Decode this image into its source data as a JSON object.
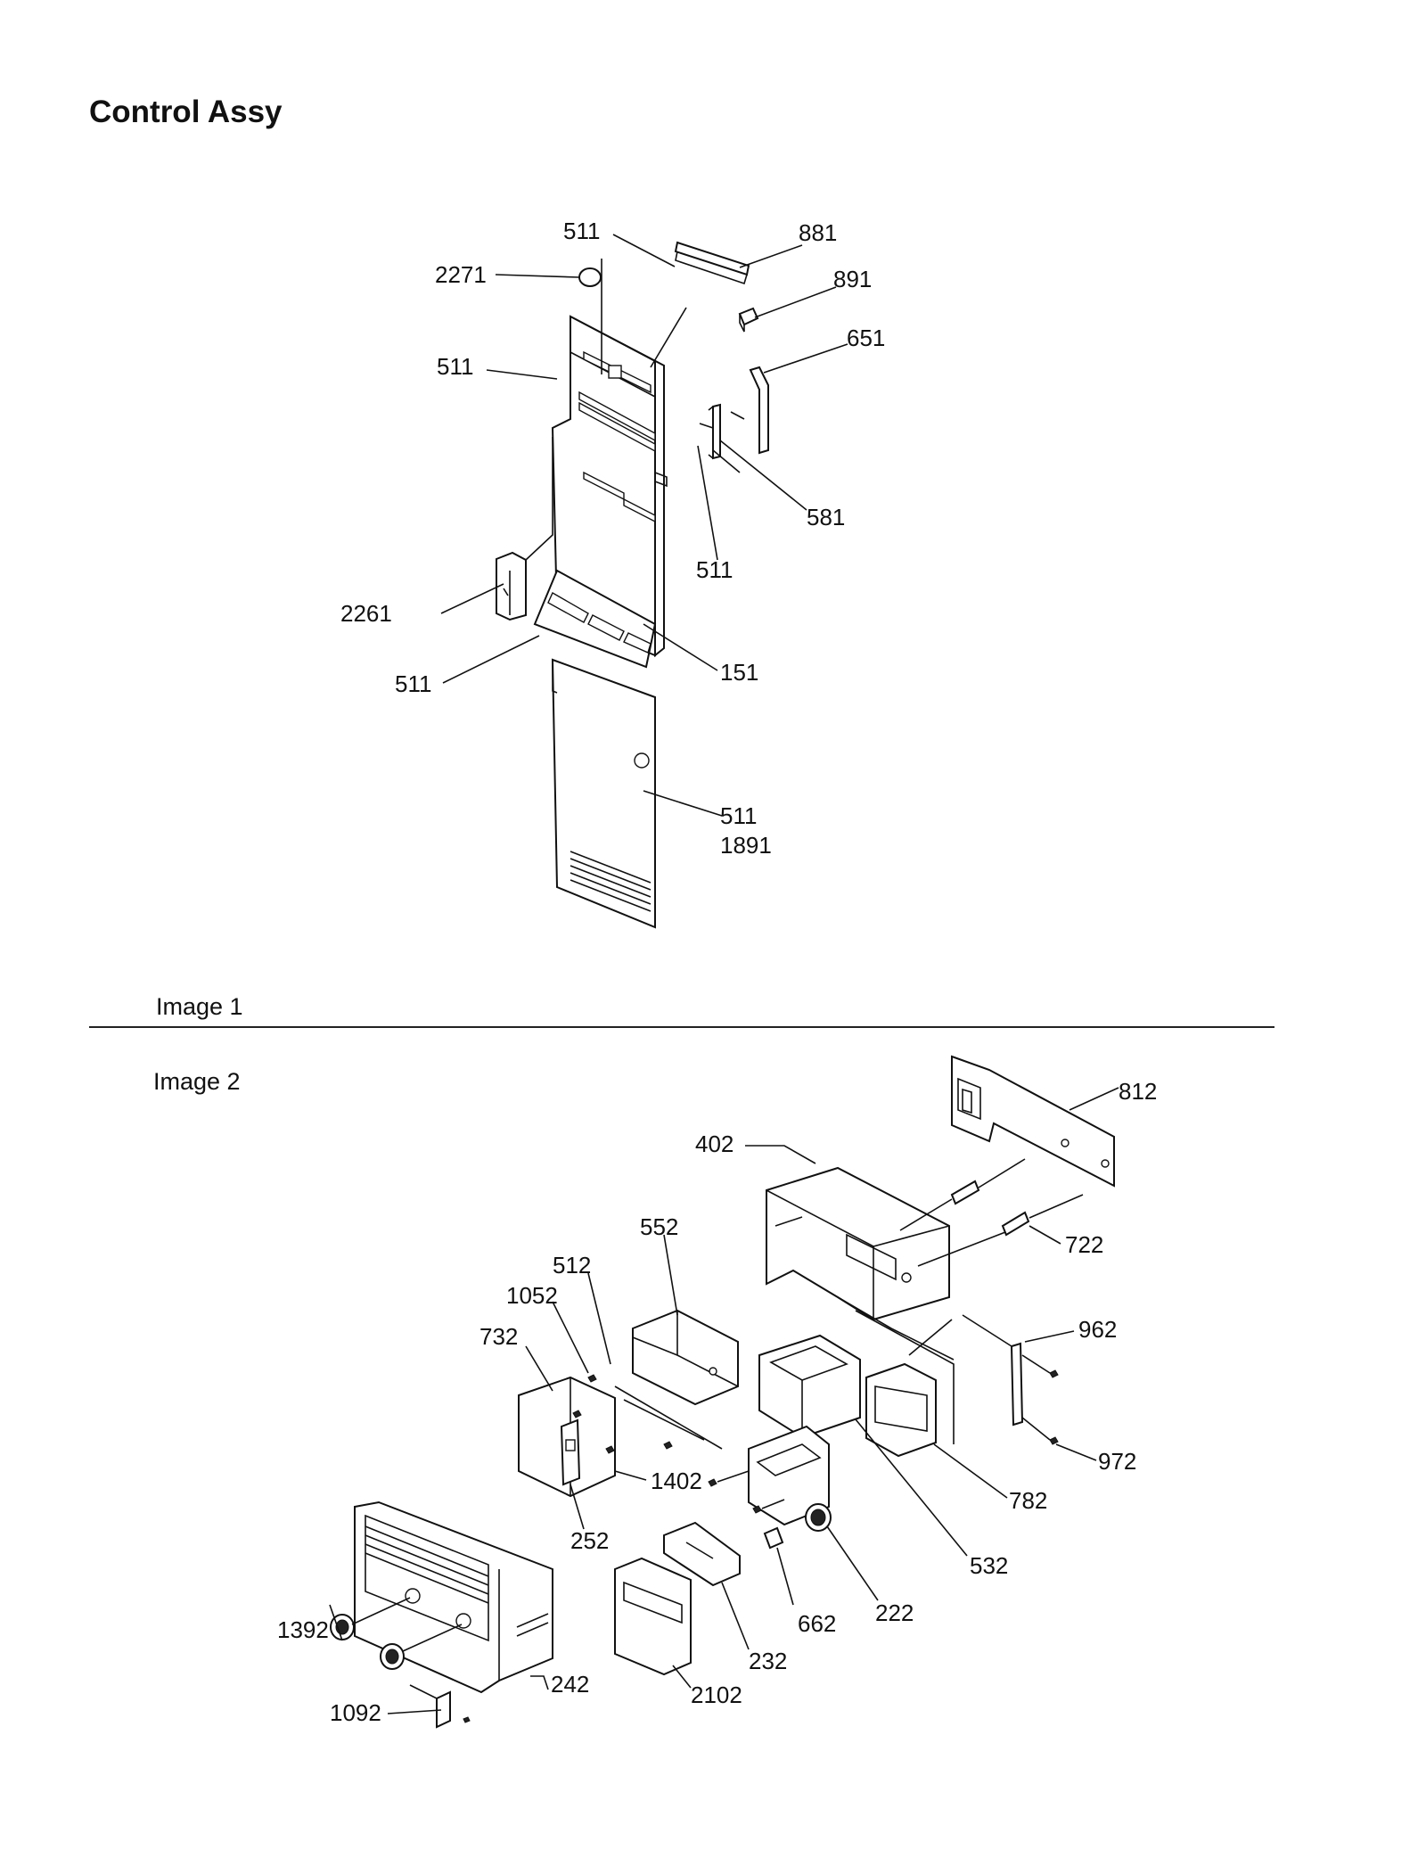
{
  "title": "Control Assy",
  "sections": [
    {
      "label": "Image 1"
    },
    {
      "label": "Image 2"
    }
  ],
  "image1_callouts": [
    "511",
    "881",
    "2271",
    "891",
    "651",
    "511",
    "581",
    "511",
    "2261",
    "151",
    "511",
    "511",
    "1891"
  ],
  "image2_callouts": [
    "812",
    "402",
    "722",
    "552",
    "512",
    "1052",
    "732",
    "962",
    "1402",
    "972",
    "782",
    "252",
    "532",
    "222",
    "1392",
    "662",
    "232",
    "242",
    "2102",
    "1092"
  ]
}
